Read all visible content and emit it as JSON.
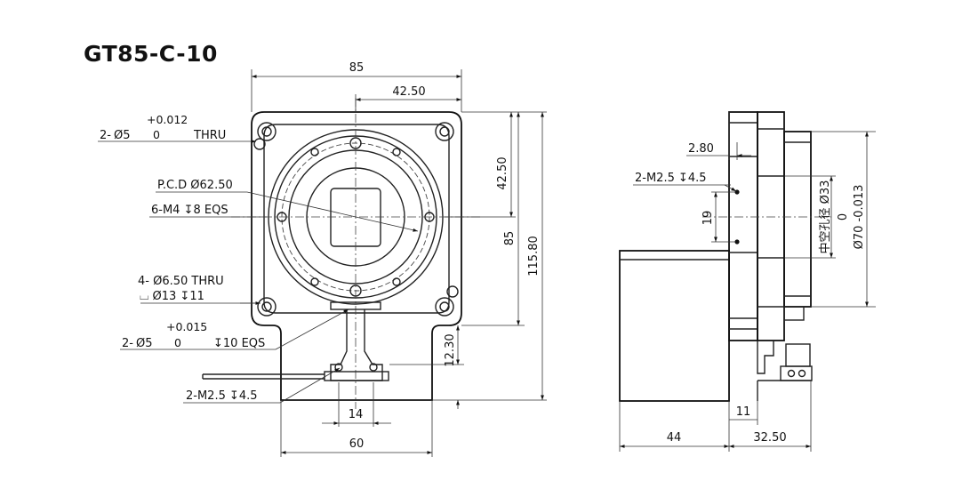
{
  "title": "GT85-C-10",
  "front_view": {
    "width_overall": "85",
    "half_width": "42.50",
    "half_height": "42.50",
    "height": "85",
    "total_height": "115.80",
    "bottom_width": "60",
    "slot_width": "14",
    "bracket_height": "12.30",
    "callouts": {
      "pin_top": {
        "count": "2-",
        "symbol": "Ø5",
        "tol_upper": "+0.012",
        "tol_lower": "0",
        "note": "THRU"
      },
      "pcd": "P.C.D Ø62.50",
      "tapped": "6-M4 ↧8 EQS",
      "mount_holes": {
        "line1": "4- Ø6.50 THRU",
        "line2": "⌴ Ø13 ↧11"
      },
      "pin_bottom": {
        "count": "2-",
        "symbol": "Ø5",
        "tol_upper": "+0.015",
        "tol_lower": "0",
        "note": "↧10 EQS"
      },
      "bracket_tap": "2-M2.5 ↧4.5"
    }
  },
  "side_view": {
    "flange_offset": "2.80",
    "side_tap": "2-M2.5 ↧4.5",
    "tap_spacing": "19",
    "bore": "中空孔径 Ø33",
    "pilot_tol_upper": "0",
    "pilot": "Ø70 -0.013",
    "small_step": "11",
    "motor_length": "44",
    "body_length": "32.50"
  }
}
